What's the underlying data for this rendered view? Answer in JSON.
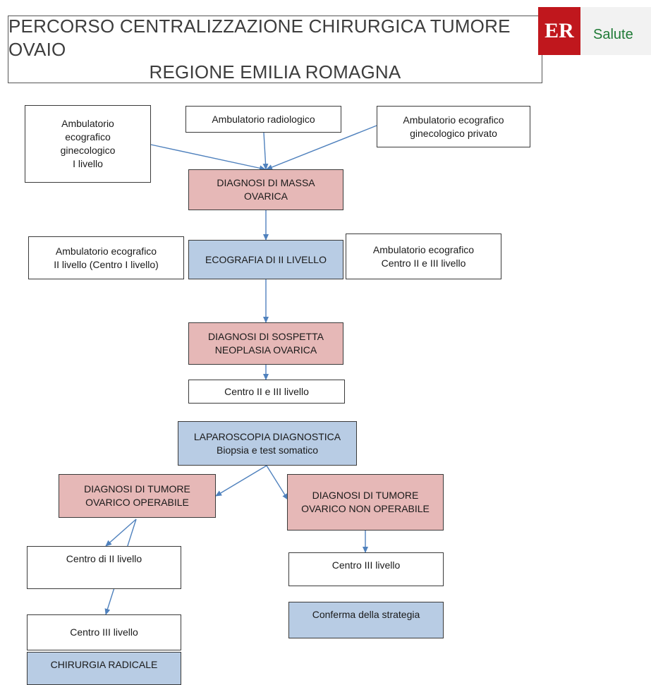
{
  "header": {
    "title_line1": "PERCORSO CENTRALIZZAZIONE CHIRURGICA TUMORE OVAIO",
    "title_line2": "REGIONE EMILIA ROMAGNA"
  },
  "logo": {
    "mark": "ER",
    "text": "Salute",
    "mark_color": "#c0171d",
    "text_color": "#1f7a36"
  },
  "colors": {
    "diagnosis_fill": "#e6b8b7",
    "procedure_fill": "#b8cce4",
    "arrow": "#4f81bd"
  },
  "nodes": {
    "amb_eco_gin_1": [
      "Ambulatorio",
      "ecografico",
      "ginecologico",
      "I livello"
    ],
    "amb_radiologico": [
      "Ambulatorio radiologico"
    ],
    "amb_eco_privato": [
      "Ambulatorio ecografico",
      "ginecologico privato"
    ],
    "diagnosi_massa": [
      "DIAGNOSI DI MASSA",
      "OVARICA"
    ],
    "amb_eco_2": [
      "Ambulatorio ecografico",
      "II livello (Centro I livello)"
    ],
    "ecografia_2": [
      "ECOGRAFIA DI II LIVELLO"
    ],
    "amb_eco_centro_2_3": [
      "Ambulatorio ecografico",
      "Centro II e III livello"
    ],
    "diagnosi_sospetta": [
      "DIAGNOSI DI SOSPETTA",
      "NEOPLASIA OVARICA"
    ],
    "centro_2_3": [
      "Centro II e III livello"
    ],
    "laparoscopia": [
      "LAPAROSCOPIA DIAGNOSTICA",
      "Biopsia e test somatico"
    ],
    "tumore_operabile": [
      "DIAGNOSI DI TUMORE",
      "OVARICO OPERABILE"
    ],
    "tumore_non_operabile": [
      "DIAGNOSI DI TUMORE",
      "OVARICO NON OPERABILE"
    ],
    "centro_2": [
      "Centro di II livello"
    ],
    "centro_3_left": [
      "Centro III livello"
    ],
    "chirurgia_radicale": [
      "CHIRURGIA RADICALE"
    ],
    "centro_3_right": [
      "Centro III livello"
    ],
    "conferma_strategia": [
      "Conferma della strategia"
    ]
  }
}
